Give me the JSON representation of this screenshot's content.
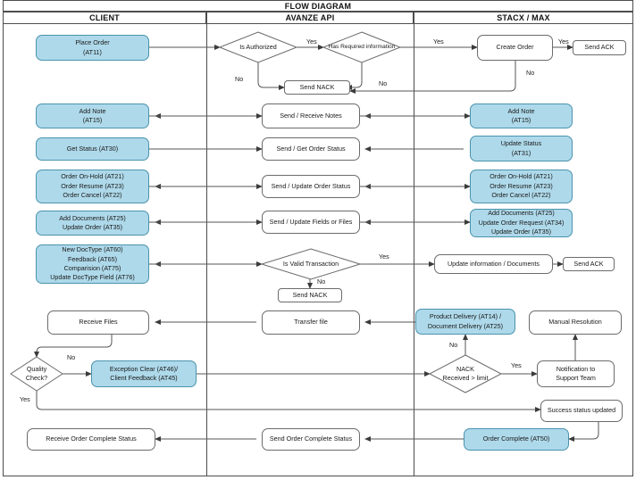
{
  "title": "FLOW DIAGRAM",
  "lanes": [
    {
      "id": "client",
      "label": "CLIENT"
    },
    {
      "id": "avanze",
      "label": "AVANZE API"
    },
    {
      "id": "stacx",
      "label": "STACX / MAX"
    }
  ],
  "colors": {
    "blue_fill": "#aed9ea",
    "blue_border": "#4a93ad",
    "node_border": "#6b6b6b",
    "line": "#555555",
    "frame": "#4d4d4d",
    "background": "#ffffff"
  },
  "nodes": {
    "place_order": "Place Order\n(AT11)",
    "is_authorized": "Is Authorized",
    "has_required_information": "Has Required information",
    "create_order": "Create Order",
    "send_ack_1": "Send ACK",
    "send_nack_1": "Send NACK",
    "add_note_client": "Add Note\n(AT15)",
    "send_receive_notes": "Send / Receive Notes",
    "add_note_stacx": "Add Note\n(AT15)",
    "get_status": "Get Status (AT30)",
    "send_get_order_status": "Send / Get Order Status",
    "update_status": "Update Status\n(AT31)",
    "order_status_client": "Order On-Hold (AT21)\nOrder Resume (AT23)\nOrder Cancel (AT22)",
    "send_update_order_status": "Send / Update Order Status",
    "order_status_stacx": "Order On-Hold (AT21)\nOrder Resume (AT23)\nOrder Cancel (AT22)",
    "add_documents_client": "Add Documents (AT25)\nUpdate Order  (AT35)",
    "send_update_fields_or_files": "Send / Update Fields or Files",
    "add_documents_stacx": "Add Documents (AT25)\nUpdate Order Request (AT34)\nUpdate Order (AT35)",
    "doctype_client": "New DocType (AT60)\nFeedback (AT65)\nComparision (AT75)\nUpdate DocType Field (AT76)",
    "is_valid_transaction": "Is Valid Transaction",
    "update_information_documents": "Update information / Documents",
    "send_ack_2": "Send ACK",
    "send_nack_2": "Send NACK",
    "receive_files": "Receive Files",
    "transfer_file": "Transfer file",
    "product_document_delivery": "Product Delivery (AT14) /\nDocument Delivery (AT25)",
    "manual_resolution": "Manual Resolution",
    "quality_check": "Quality\nCheck?",
    "exception_clear": "Exception Clear (AT46)/\nClient Feedback (AT45)",
    "nack_received_limit": "NACK\nReceived > limit",
    "notification_support_team": "Notification to\nSupport Team",
    "success_status_updated": "Success status updated",
    "receive_order_complete_status": "Receive Order Complete Status",
    "send_order_complete_status": "Send Order Complete Status",
    "order_complete": "Order Complete (AT50)"
  },
  "edge_labels": {
    "yes_auth": "Yes",
    "no_auth": "No",
    "yes_required": "Yes",
    "no_required": "No",
    "yes_create": "Yes",
    "no_create": "No",
    "yes_valid": "Yes",
    "no_valid": "No",
    "no_quality": "No",
    "yes_quality": "Yes",
    "yes_nack": "Yes",
    "no_nack": "No"
  }
}
